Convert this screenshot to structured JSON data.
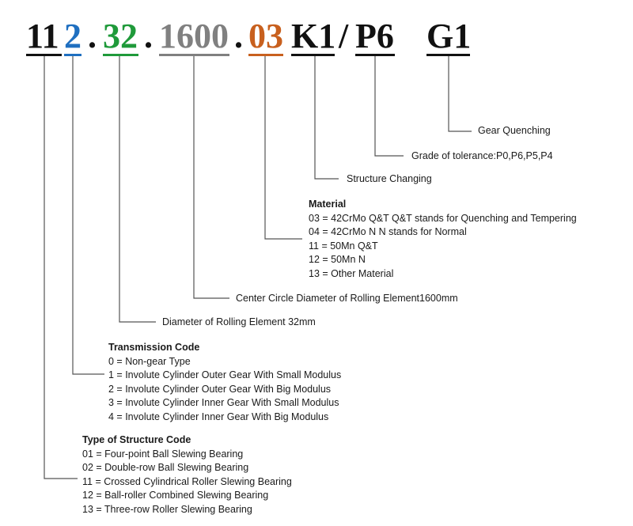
{
  "code_parts": {
    "type_code": "11",
    "transmission": "2",
    "rolling_diameter": "32",
    "center_diameter": "1600",
    "material": "03",
    "structure_changing": "K1",
    "slash": "/",
    "tolerance": "P6",
    "gear_quenching": "G1",
    "dot": "."
  },
  "colors": {
    "type_code": "#111111",
    "transmission": "#1f6fc0",
    "rolling_diameter": "#1f9a3a",
    "center_diameter": "#808080",
    "material": "#c8601e",
    "structure_changing": "#111111",
    "tolerance": "#111111",
    "gear_quenching": "#111111",
    "line": "#555555"
  },
  "labels": {
    "gear_quenching": "Gear Quenching",
    "tolerance": "Grade of tolerance:P0,P6,P5,P4",
    "structure_changing": "Structure Changing",
    "center_diameter": "Center Circle Diameter of Rolling Element1600mm",
    "rolling_diameter": "Diameter of Rolling Element 32mm"
  },
  "material": {
    "title": "Material",
    "items": [
      "03 = 42CrMo  Q&T      Q&T stands for Quenching and Tempering",
      "04 = 42CrMo  N      N stands for Normal",
      "11 = 50Mn  Q&T",
      "12 = 50Mn  N",
      "13 = Other Material"
    ]
  },
  "transmission": {
    "title": "Transmission Code",
    "items": [
      "0 = Non-gear Type",
      "1 = Involute Cylinder Outer Gear With Small Modulus",
      "2 = Involute Cylinder Outer Gear With Big Modulus",
      "3 = Involute Cylinder Inner Gear With Small Modulus",
      "4 = Involute Cylinder Inner Gear With Big Modulus"
    ]
  },
  "structure_type": {
    "title": "Type of Structure Code",
    "items": [
      "01 = Four-point Ball Slewing Bearing",
      "02 = Double-row Ball Slewing Bearing",
      "11 = Crossed Cylindrical Roller Slewing Bearing",
      "12 = Ball-roller Combined Slewing Bearing",
      "13 = Three-row  Roller Slewing Bearing"
    ]
  }
}
